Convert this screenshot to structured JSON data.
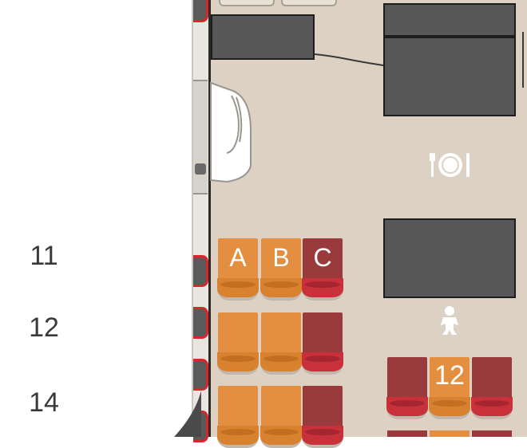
{
  "rows": [
    {
      "number": "11"
    },
    {
      "number": "12"
    },
    {
      "number": "14"
    }
  ],
  "seat_columns": [
    "A",
    "B",
    "C"
  ],
  "row_block_label": "12",
  "icons": {
    "galley": "plate-cutlery-icon",
    "bassinet": "baby-icon"
  },
  "colors": {
    "available_seat": "#e38f3f",
    "occupied_seat": "#9b3a3d",
    "cabin_floor": "#dcd1c3",
    "galley_block": "#585858",
    "window_frame": "#d8262a"
  }
}
